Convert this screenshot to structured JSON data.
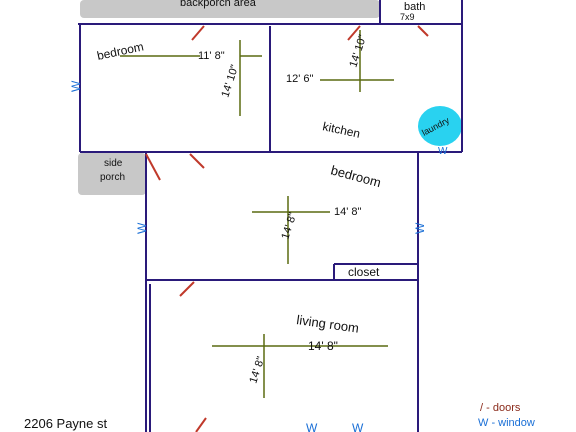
{
  "address": "2206 Payne st",
  "labels": {
    "backporch": "backporch area",
    "bath": "bath",
    "bath_dim": "7x9",
    "bedroom1": "bedroom",
    "bedroom1_w": "11' 8\"",
    "bedroom1_h": "14' 10\"",
    "kitchen": "kitchen",
    "kitchen_w": "12' 6\"",
    "kitchen_h": "14' 10\"",
    "laundry": "laundry",
    "side_porch_1": "side",
    "side_porch_2": "porch",
    "bedroom2": "bedroom",
    "bedroom2_w": "14' 8\"",
    "bedroom2_h": "14' 8\"",
    "closet": "closet",
    "living_room": "living room",
    "living_w": "14' 8\"",
    "living_h": "14' 8\""
  },
  "window_mark": "W",
  "legend": {
    "doors_symbol": "/",
    "doors_label": "- doors",
    "window_symbol": "W",
    "window_label": "- window"
  },
  "colors": {
    "wall": "#2a1a7a",
    "door": "#c0392b",
    "dimension": "#5a6a10",
    "window": "#1a6fd6",
    "laundry": "#29d2f0",
    "porch": "#c8c8c8"
  }
}
